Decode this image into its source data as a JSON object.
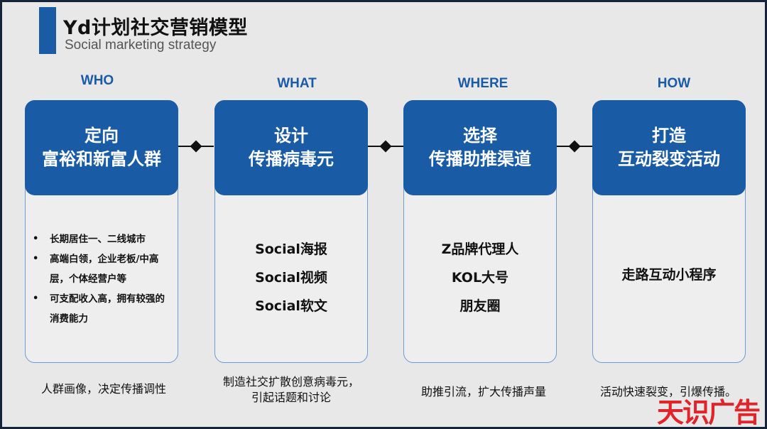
{
  "title": "Yd计划社交营销模型",
  "subtitle": "Social marketing strategy",
  "columns": [
    {
      "head": "WHO",
      "card_lines": [
        "定向",
        "富裕和新富人群"
      ],
      "bullets": [
        "长期居住一、二线城市",
        "高端白领，企业老板/中高层，个体经营户等",
        "可支配收入高，拥有较强的消费能力"
      ],
      "caption": "人群画像，决定传播调性"
    },
    {
      "head": "WHAT",
      "card_lines": [
        "设计",
        "传播病毒元"
      ],
      "items": [
        "Social海报",
        "Social视频",
        "Social软文"
      ],
      "caption_lines": [
        "制造社交扩散创意病毒元，",
        "引起话题和讨论"
      ]
    },
    {
      "head": "WHERE",
      "card_lines": [
        "选择",
        "传播助推渠道"
      ],
      "items": [
        "Z品牌代理人",
        "KOL大号",
        "朋友圈"
      ],
      "caption": "助推引流，扩大传播声量"
    },
    {
      "head": "HOW",
      "card_lines": [
        "打造",
        "互动裂变活动"
      ],
      "items": [
        "走路互动小程序"
      ],
      "caption": "活动快速裂变，引爆传播。"
    }
  ],
  "watermark": "天识广告",
  "colors": {
    "accent": "#1a5ba6",
    "card_border": "#6d9bd3",
    "watermark": "#e0242a"
  }
}
